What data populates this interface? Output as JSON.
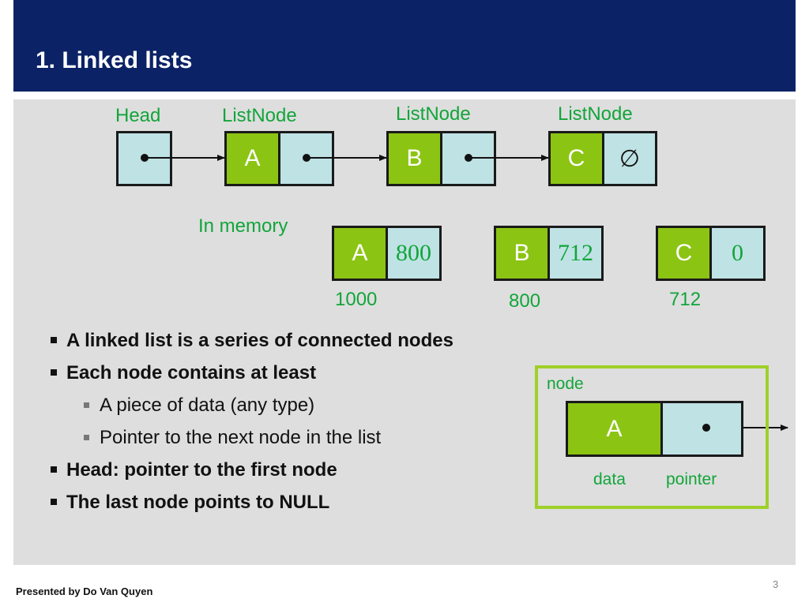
{
  "slide": {
    "title": "1. Linked lists",
    "footer": "Presented by Do Van Quyen",
    "page_number": "3"
  },
  "diagram": {
    "head_label": "Head",
    "listnode_labels": [
      "ListNode",
      "ListNode",
      "ListNode"
    ],
    "nodes": [
      {
        "data": "A"
      },
      {
        "data": "B"
      },
      {
        "data": "C",
        "null_symbol": "∅"
      }
    ],
    "memory": {
      "label": "In memory",
      "nodes": [
        {
          "data": "A",
          "next": "800",
          "address": "1000"
        },
        {
          "data": "B",
          "next": "712",
          "address": "800"
        },
        {
          "data": "C",
          "next": "0",
          "address": "712"
        }
      ]
    },
    "legend": {
      "title": "node",
      "data": "A",
      "data_label": "data",
      "pointer_label": "pointer"
    }
  },
  "bullets": [
    {
      "level": 1,
      "text": "A linked list is a series of connected nodes"
    },
    {
      "level": 1,
      "text": "Each node contains at least"
    },
    {
      "level": 2,
      "text": "A piece of data (any type)"
    },
    {
      "level": 2,
      "text": "Pointer to the next node in the list"
    },
    {
      "level": 1,
      "text": "Head: pointer to the first node"
    },
    {
      "level": 1,
      "text": "The last node points to NULL"
    }
  ],
  "colors": {
    "header": "#0b2266",
    "data_cell": "#8cc414",
    "pointer_cell": "#bfe2e4",
    "label_green": "#12a53a",
    "legend_border": "#9fd02a"
  }
}
